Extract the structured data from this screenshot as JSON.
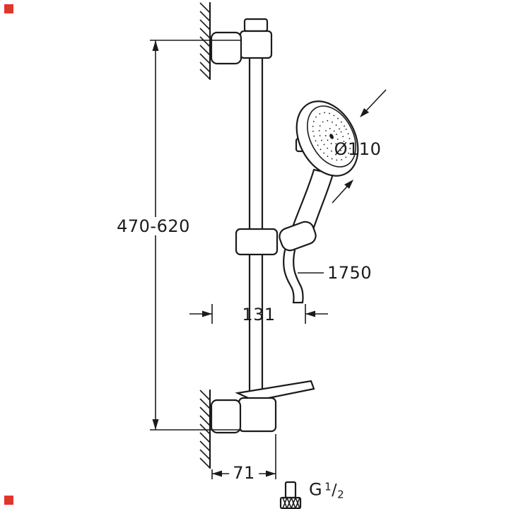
{
  "colors": {
    "line": "#1b1b1b",
    "background": "#ffffff",
    "marker_red": "#e3342b"
  },
  "labels": {
    "height_range": "470-620",
    "head_diameter": "Ø110",
    "hose_length": "1750",
    "wall_distance": "131",
    "bottom_offset": "71",
    "thread": {
      "prefix": "G",
      "numerator": "1",
      "slash": "/",
      "denominator": "2"
    }
  }
}
